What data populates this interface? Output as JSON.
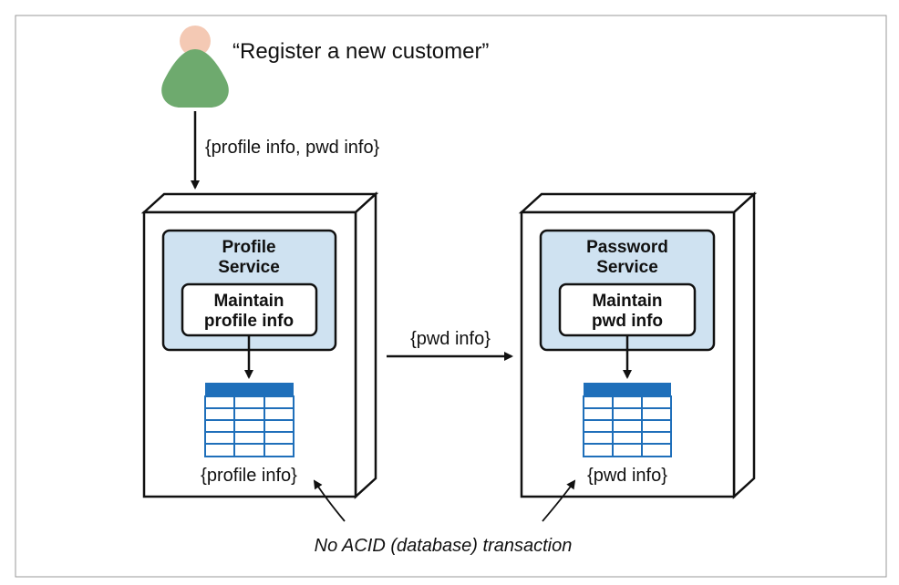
{
  "actor": {
    "quote": "“Register a new customer”",
    "colors": {
      "head": "#f4c9b4",
      "body": "#6eaa6e"
    }
  },
  "request_label": "{profile info, pwd info}",
  "services": [
    {
      "title_line1": "Profile",
      "title_line2": "Service",
      "action_line1": "Maintain",
      "action_line2": "profile info",
      "db_label": "{profile info}"
    },
    {
      "title_line1": "Password",
      "title_line2": "Service",
      "action_line1": "Maintain",
      "action_line2": "pwd info",
      "db_label": "{pwd info}"
    }
  ],
  "message_label": "{pwd info}",
  "footnote": "No ACID (database) transaction",
  "colors": {
    "service_fill": "#cfe2f1",
    "table_header": "#1f6fba",
    "table_cell": "#ffffff",
    "stroke": "#111111",
    "frame": "#999999"
  }
}
